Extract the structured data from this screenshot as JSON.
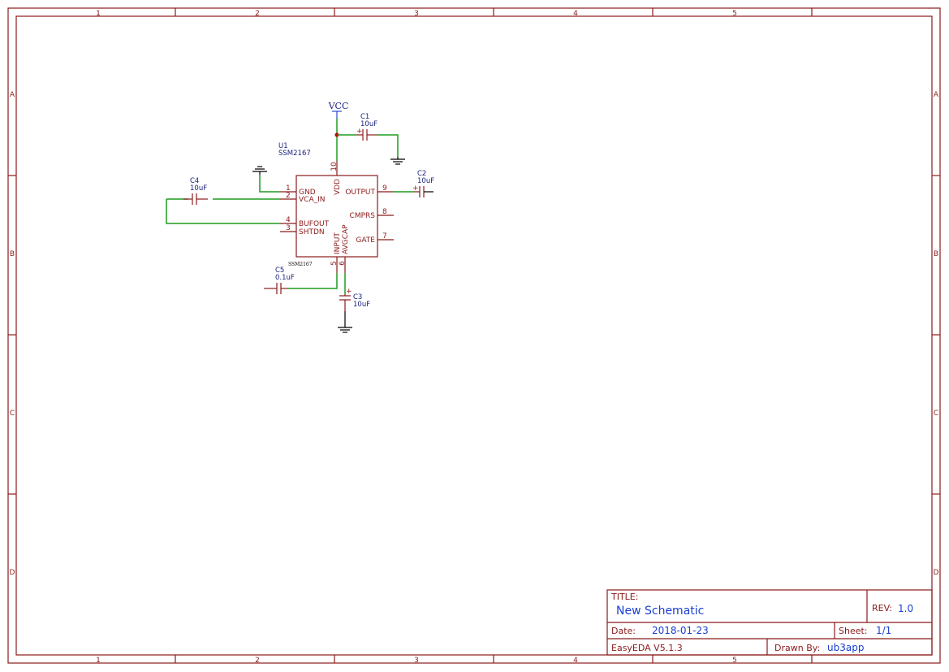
{
  "frame": {
    "columns": [
      "1",
      "2",
      "3",
      "4",
      "5"
    ],
    "rows": [
      "A",
      "B",
      "C",
      "D"
    ]
  },
  "power": {
    "vcc_label": "VCC"
  },
  "components": {
    "u1": {
      "designator": "U1",
      "part": "SSM2167",
      "footprint_label": "SSM2167",
      "pins": {
        "gnd": "GND",
        "vca_in": "VCA_IN",
        "bufout": "BUFOUT",
        "shtdn": "SHTDN",
        "output": "OUTPUT",
        "cmprs": "CMPRS",
        "gate": "GATE",
        "vdd": "VDD",
        "input": "INPUT",
        "avgcap": "AVGCAP"
      },
      "pin_numbers": {
        "gnd": "1",
        "vca_in": "2",
        "shtdn": "3",
        "bufout": "4",
        "input": "5",
        "avgcap": "6",
        "gate": "7",
        "cmprs": "8",
        "output": "9",
        "vdd": "10"
      }
    },
    "c1": {
      "designator": "C1",
      "value": "10uF"
    },
    "c2": {
      "designator": "C2",
      "value": "10uF"
    },
    "c3": {
      "designator": "C3",
      "value": "10uF"
    },
    "c4": {
      "designator": "C4",
      "value": "10uF"
    },
    "c5": {
      "designator": "C5",
      "value": "0.1uF"
    },
    "plus_sign": "+"
  },
  "title_block": {
    "title_label": "TITLE:",
    "title_value": "New Schematic",
    "rev_label": "REV:",
    "rev_value": "1.0",
    "date_label": "Date:",
    "date_value": "2018-01-23",
    "sheet_label": "Sheet:",
    "sheet_value": "1/1",
    "tool": "EasyEDA V5.1.3",
    "drawn_label": "Drawn By:",
    "drawn_value": "ub3app"
  }
}
